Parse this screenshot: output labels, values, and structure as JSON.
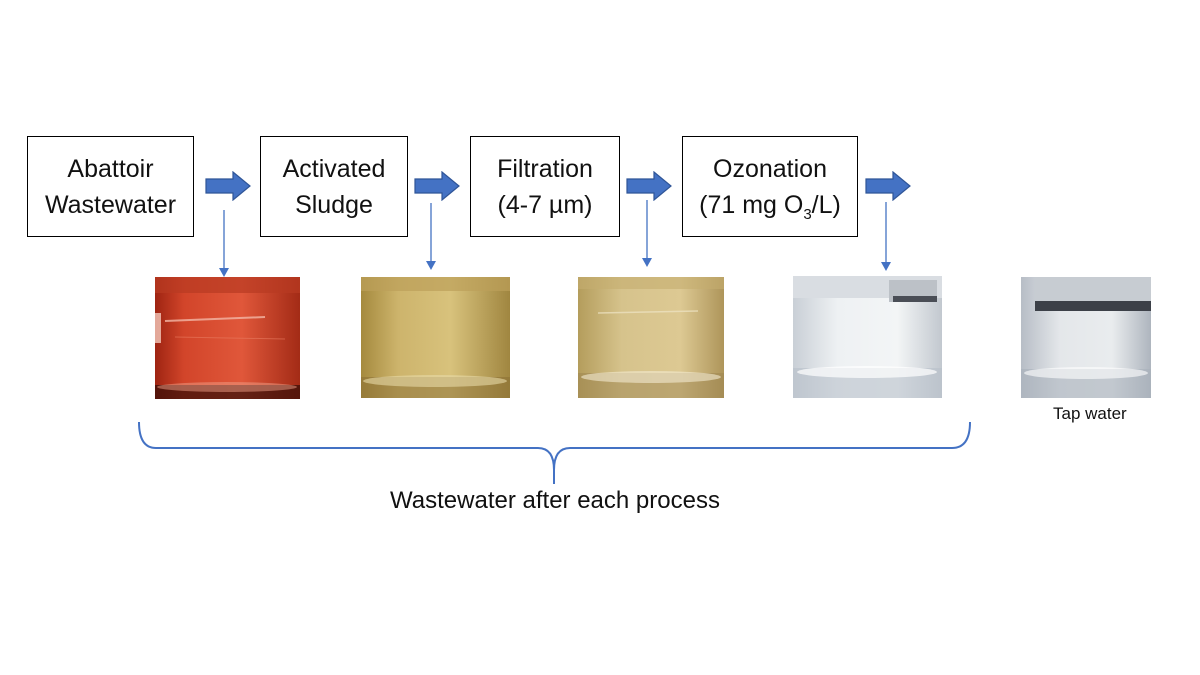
{
  "stages": [
    {
      "line1": "Abattoir",
      "line2": "Wastewater"
    },
    {
      "line1": "Activated",
      "line2": "Sludge"
    },
    {
      "line1": "Filtration",
      "line2": "(4-7 µm)"
    },
    {
      "line1": "Ozonation",
      "line2_pre": "(71 mg O",
      "line2_sub": "3",
      "line2_post": "/L)"
    }
  ],
  "tap_water_label": "Tap water",
  "bottom_label": "Wastewater after each process",
  "colors": {
    "arrow_fill": "#4472C4",
    "arrow_stroke": "#2F5597",
    "thin_arrow": "#4472C4",
    "brace": "#4472C4"
  },
  "samples": [
    {
      "name": "abattoir-wastewater-sample",
      "liquid": "#c8341f"
    },
    {
      "name": "activated-sludge-sample",
      "liquid": "#c9ad64"
    },
    {
      "name": "filtration-sample",
      "liquid": "#d2bd7f"
    },
    {
      "name": "ozonation-sample",
      "liquid": "#e9edf0"
    },
    {
      "name": "tap-water-sample",
      "liquid": "#dfe3e8"
    }
  ]
}
